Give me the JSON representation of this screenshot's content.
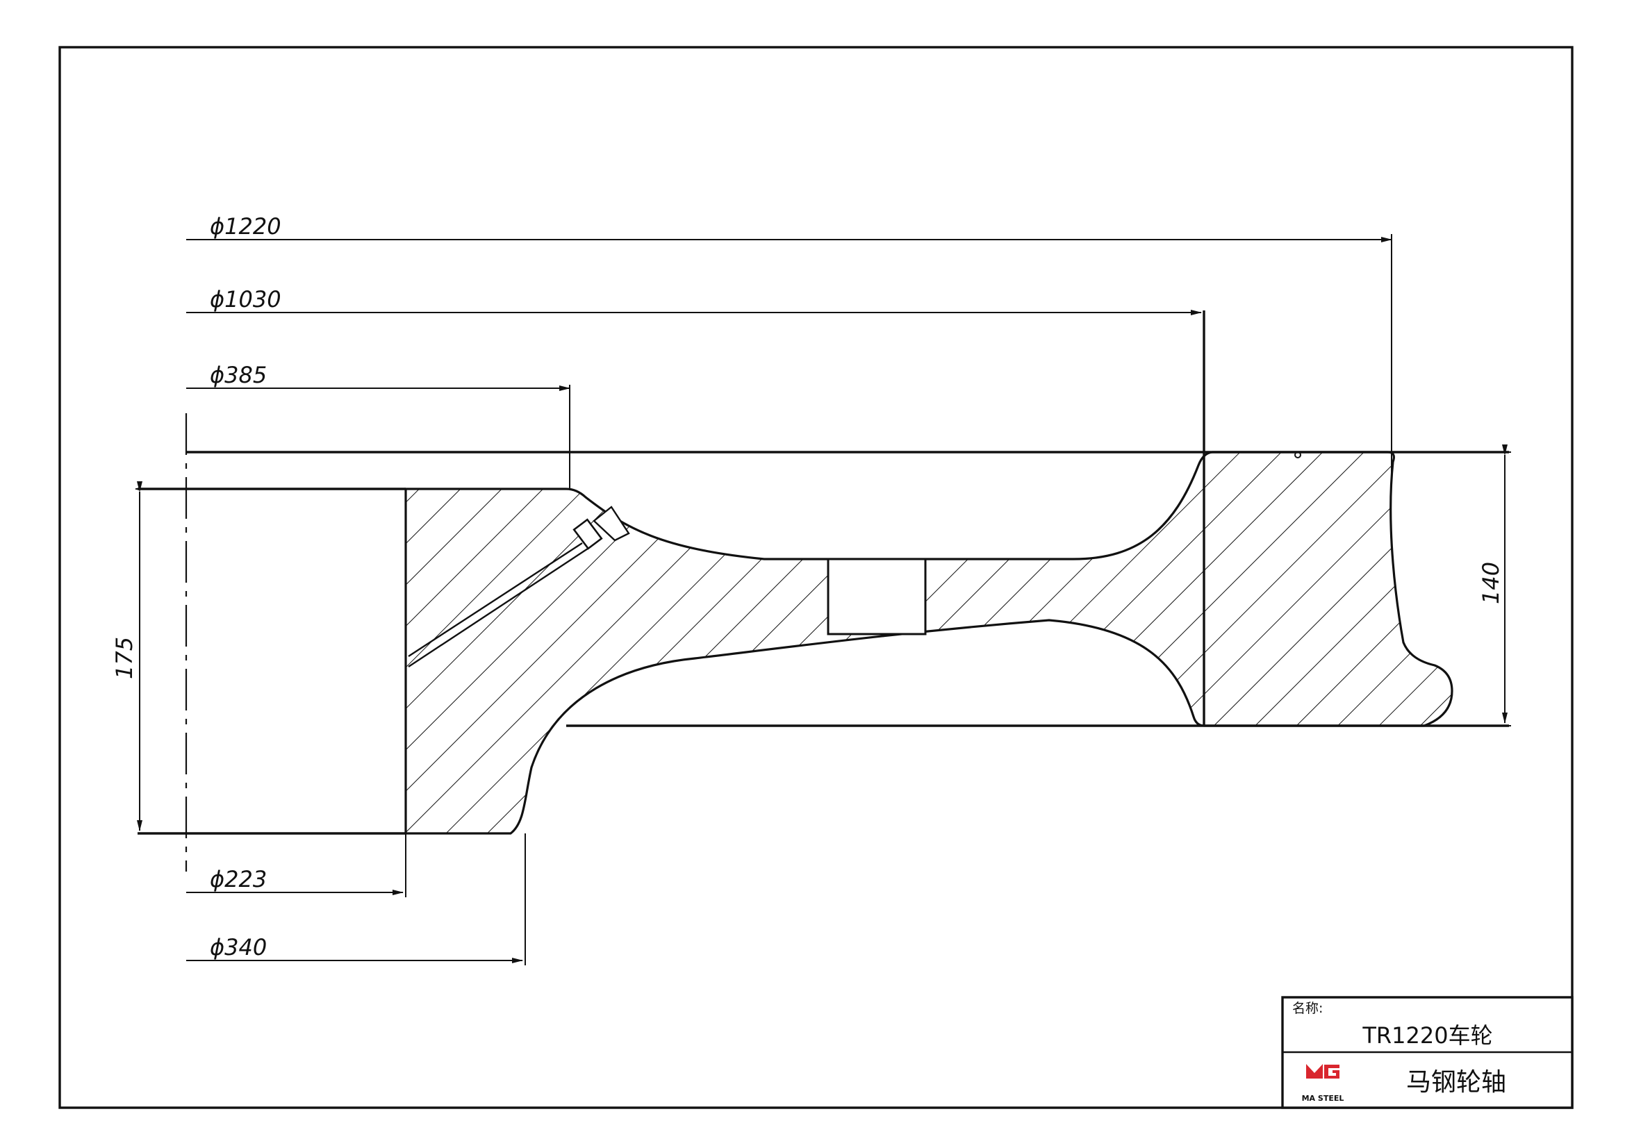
{
  "dimensions": {
    "d1220": "ϕ1220",
    "d1030": "ϕ1030",
    "d385": "ϕ385",
    "d223": "ϕ223",
    "d340": "ϕ340",
    "w175": "175",
    "h140": "140"
  },
  "title_block": {
    "name_label": "名称:",
    "name_value": "TR1220车轮",
    "company": "马钢轮轴",
    "logo_text": "MA STEEL",
    "logo_color": "#d9262e"
  }
}
